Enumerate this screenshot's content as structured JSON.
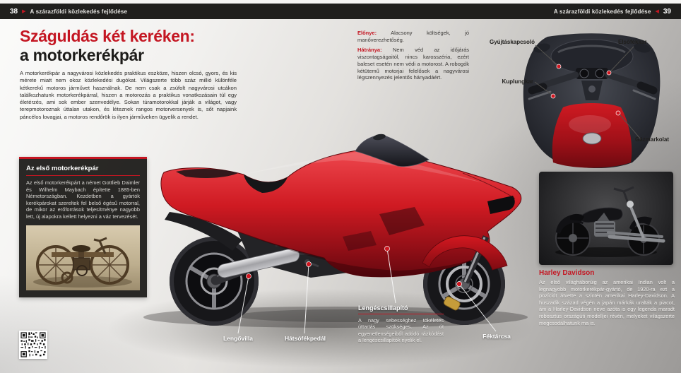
{
  "icons": {
    "arrow_right": "▶",
    "arrow_left": "◀"
  },
  "header": {
    "left_number": "38",
    "right_number": "39",
    "running_title": "A szárazföldi közlekedés fejlődése"
  },
  "title": {
    "line1": "Száguldás két keréken:",
    "line2": "a motorkerékpár"
  },
  "intro": "A motorkerékpár a nagyvárosi közlekedés praktikus eszköze, hiszen olcsó, gyors, és kis mérete miatt nem okoz közlekedési dugókat. Világszerte több száz millió különféle kétkerekű motoros járművet használnak. De nem csak a zsúfolt nagyvárosi utcákon találkozhatunk motorkerékpárral, hiszen a motorozás a praktikus vonatkozásain túl egy életérzés, ami sok ember szenvedélye. Sokan túramotorokkal járják a világot, vagy terepmotoroznak úttalan utakon, és léteznek rangos motorversenyek is, sőt napjaink páncélos lovagjai, a motoros rendőrök is ilyen járműveken ügyelik a rendet.",
  "first_bike_box": {
    "title": "Az első motorkerékpár",
    "text": "Az első motorkerékpárt a német Gottlieb Daimler és Wilhelm Maybach építette 1885-ben Németországban. Kezdetben a gyártók kerékpárokat szereltek fel belső égésű motorral, de mikor az erőforrások teljesítménye nagyobb lett, új alapokra kellett helyezni a váz tervezését."
  },
  "pros_cons": {
    "advantage_label": "Előnye:",
    "advantage_text": "Alacsony költségek, jó manőverezhetőség.",
    "disadvantage_label": "Hátránya:",
    "disadvantage_text": "Nem véd az időjárás viszontagságaitól, nincs karosszéria, ezért baleset esetén nem védi a motorost. A robogók kétütemű motorjai felelősek a nagyvárosi légszennyezés jelentős hányadáért."
  },
  "cockpit_callouts": {
    "ignition": "Gyújtáskapcsoló",
    "front_brake": "Elsőfékkar",
    "clutch": "Kuplungkar",
    "throttle": "Gázmarkolat"
  },
  "bike_callouts": {
    "swingarm": "Lengővilla",
    "rear_brake_pedal": "Hátsófékpedál",
    "brake_disc": "Féktárcsa",
    "shock": {
      "title": "Lengéscsillapító",
      "text": "A nagy sebességhez tökéletes úttartás szükséges. Az út egyenetlenségeiből adódó rázkódást a lengéscsillapítók nyelik el."
    }
  },
  "harley": {
    "title": "Harley Davidson",
    "text": "Az első világháborúig az amerikai Indian volt a legnagyobb motorkerékpár-gyártó, de 1920-ra ezt a pozíciót átvette a szintén amerikai Harley-Davidson. A huszadik század végén a japán márkák uralták a piacot, ám a Harley-Davidson neve azóta is egy legenda maradt robosztus országúti modelljei révén, melyeket világszerte megcsodálhatunk ma is."
  },
  "colors": {
    "accent_red": "#c41622",
    "header_bg": "#201f1d"
  }
}
